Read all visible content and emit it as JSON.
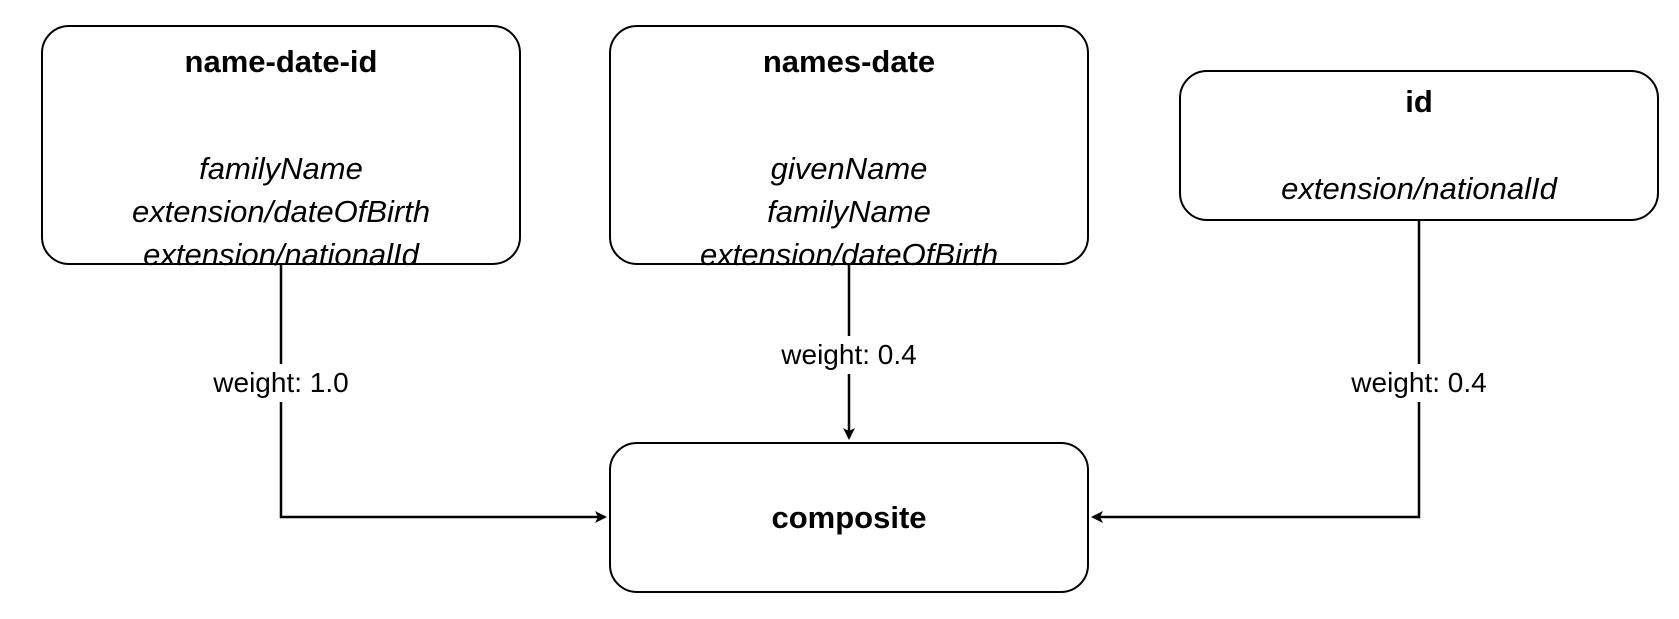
{
  "nodes": {
    "name_date_id": {
      "title": "name-date-id",
      "fields": [
        "familyName",
        "extension/dateOfBirth",
        "extension/nationalId"
      ]
    },
    "names_date": {
      "title": "names-date",
      "fields": [
        "givenName",
        "familyName",
        "extension/dateOfBirth"
      ]
    },
    "id": {
      "title": "id",
      "fields": [
        "extension/nationalId"
      ]
    },
    "composite": {
      "title": "composite"
    }
  },
  "edges": [
    {
      "from": "name-date-id",
      "to": "composite",
      "label": "weight: 1.0"
    },
    {
      "from": "names-date",
      "to": "composite",
      "label": "weight: 0.4"
    },
    {
      "from": "id",
      "to": "composite",
      "label": "weight: 0.4"
    }
  ],
  "colors": {
    "stroke": "#000000",
    "background": "#ffffff"
  }
}
